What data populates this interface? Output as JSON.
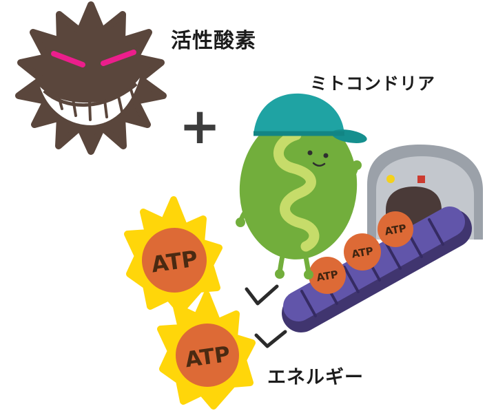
{
  "labels": {
    "free_radical": "活性酸素",
    "mitochondria": "ミトコンドリア",
    "energy": "エネルギー",
    "plus": "+"
  },
  "atp": {
    "label": "ATP"
  },
  "colors": {
    "monster_brown": "#5a463c",
    "eye_pink": "#ec1e8c",
    "mito_green": "#72ae3c",
    "mito_inner_green": "#c6dc6a",
    "cap_teal": "#1fa3a3",
    "tunnel_gray": "#9ba1a9",
    "tunnel_face_gray": "#c3c7cd",
    "tunnel_opening": "#4a3a38",
    "belt_purple": "#6155aa",
    "atp_orange": "#dd6a36",
    "flame_yellow": "#ffd60a",
    "indicator_yellow": "#f4d11c",
    "indicator_red": "#cc3b30"
  }
}
